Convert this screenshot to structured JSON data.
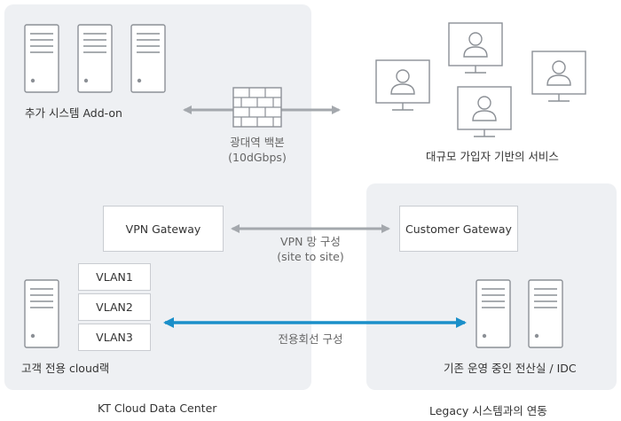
{
  "kt_region": {
    "label": "KT Cloud Data Center",
    "addon_label": "추가 시스템 Add-on",
    "vpn_gateway_label": "VPN Gateway",
    "vlans": [
      "VLAN1",
      "VLAN2",
      "VLAN3"
    ],
    "rack_label": "고객 전용 cloud랙"
  },
  "legacy_region": {
    "label": "Legacy 시스템과의 연동",
    "customer_gateway_label": "Customer Gateway",
    "idc_label": "기존 운영 중인 전산실 / IDC"
  },
  "users": {
    "label": "대규모 가입자 기반의 서비스"
  },
  "links": {
    "firewall": {
      "line1": "광대역 백본",
      "line2": "(10dGbps)"
    },
    "vpn": {
      "line1": "VPN 망 구성",
      "line2": "(site to site)"
    },
    "dedicated": {
      "line1": "전용회선 구성"
    }
  },
  "colors": {
    "dedicated_arrow": "#1a8fc9",
    "gray_arrow": "#a4a8ad",
    "panel": "#eef0f3"
  }
}
